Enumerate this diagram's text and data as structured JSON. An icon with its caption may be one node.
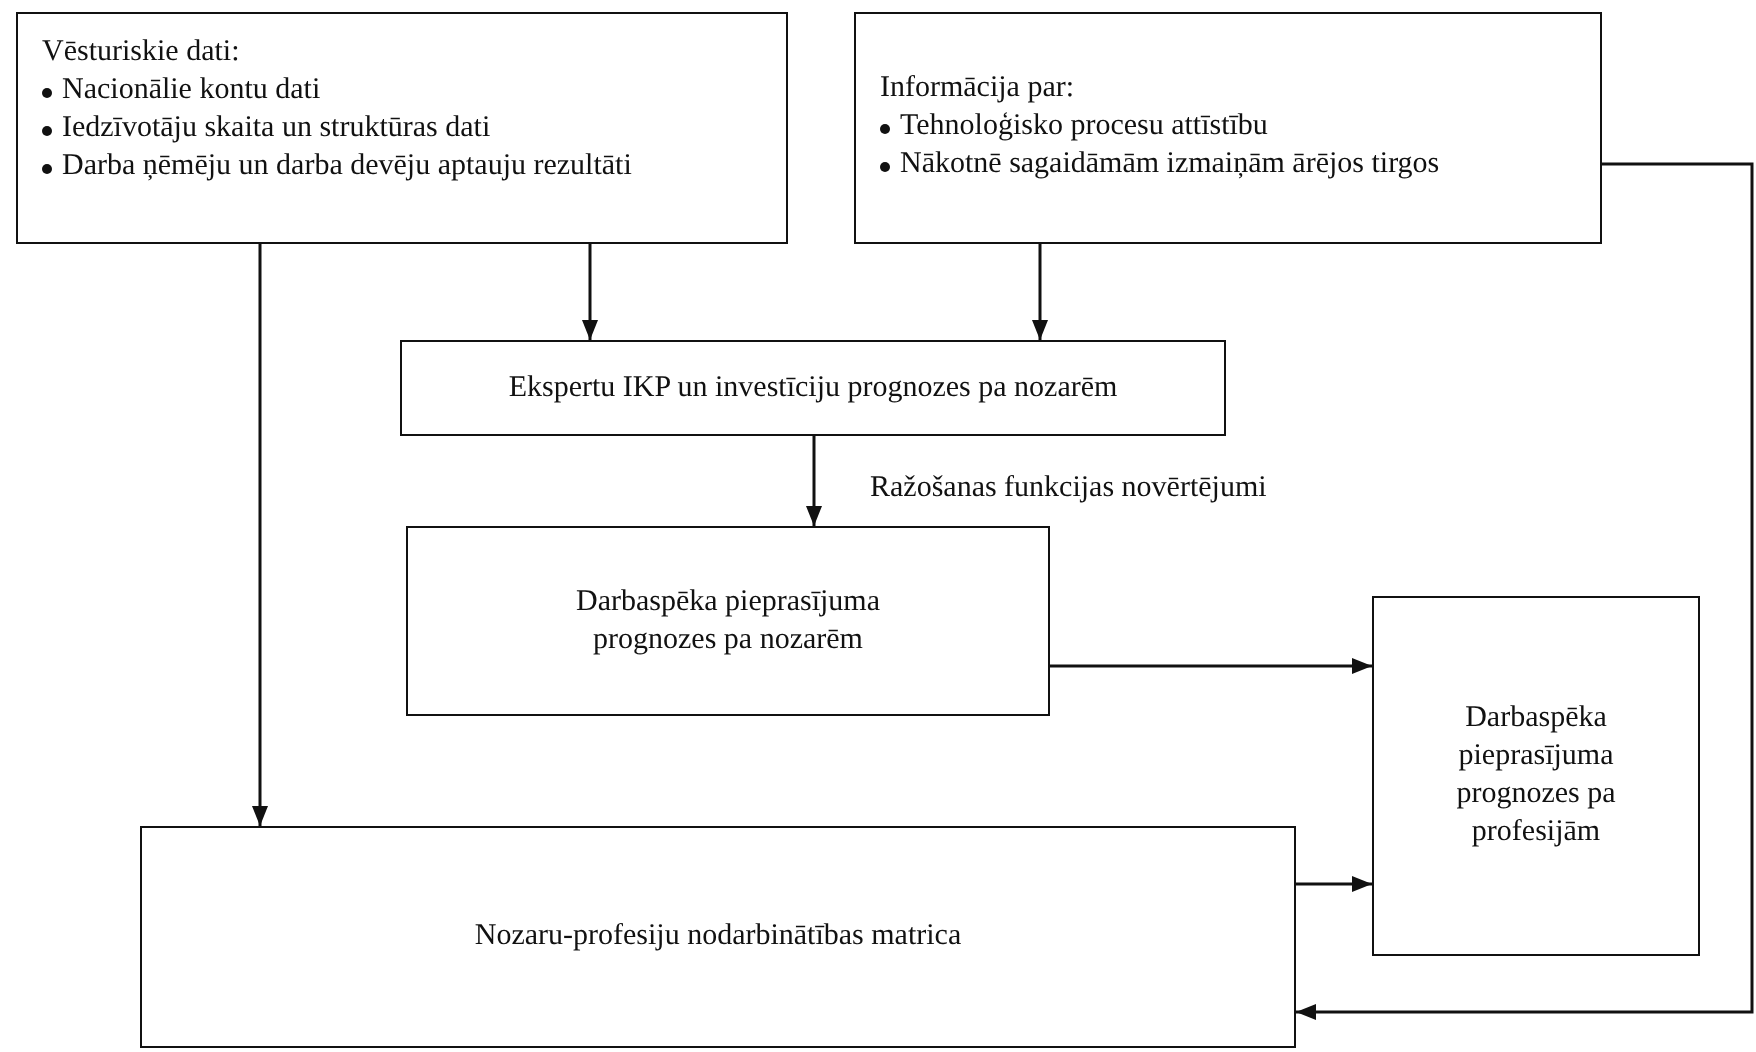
{
  "diagram": {
    "nodes": [
      {
        "text": [
          "Vēsturiskie dati:",
          "Nacionālie kontu dati",
          "Iedzīvotāju skaita un struktūras dati",
          "Darba ņēmēju un darba devēju aptauju rezultāti"
        ]
      },
      {
        "text": [
          "Informācija par:",
          "Tehnoloģisko procesu attīstību",
          "Nākotnē sagaidāmām izmaiņām ārējos tirgos"
        ]
      },
      {
        "text": [
          "Ekspertu IKP un investīciju prognozes pa nozarēm"
        ]
      },
      {
        "text": [
          "Darbaspēka pieprasījuma prognozes pa nozarēm"
        ]
      },
      {
        "text": [
          "Darbaspēka pieprasījuma prognozes pa profesijām"
        ]
      },
      {
        "text": [
          "Nozaru-profesiju nodarbinātības matrica"
        ]
      }
    ],
    "edges": [
      {
        "from": 0,
        "to": 2,
        "arrow": "to"
      },
      {
        "from": 1,
        "to": 2,
        "arrow": "to"
      },
      {
        "from": 2,
        "to": 3,
        "arrow": "to",
        "label": "Ražošanas funkcijas novērtējumi"
      },
      {
        "from": 0,
        "to": 5,
        "arrow": "to"
      },
      {
        "from": 3,
        "to": 4,
        "arrow": "to"
      },
      {
        "from": 5,
        "to": 4,
        "arrow": "to"
      },
      {
        "from": 1,
        "to": 5,
        "arrow": "to"
      }
    ]
  }
}
